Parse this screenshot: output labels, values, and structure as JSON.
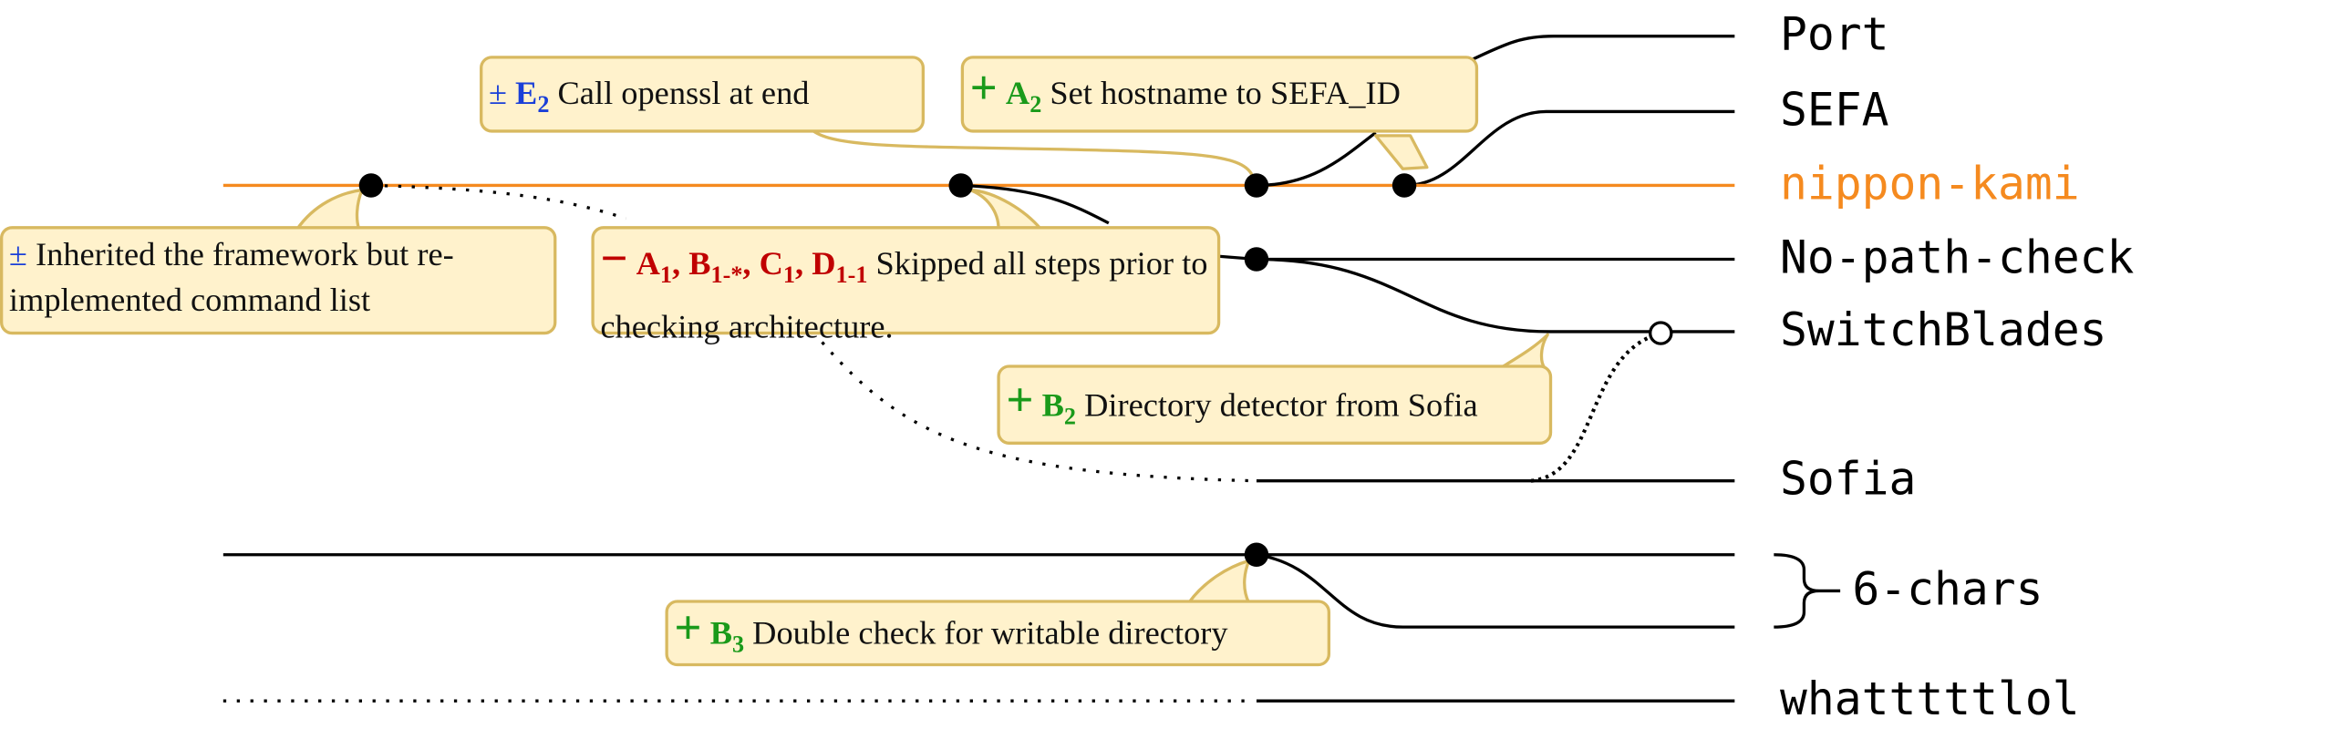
{
  "lines": {
    "port": "Port",
    "sefa": "SEFA",
    "nippon_kami": "nippon-kami",
    "no_path_check": "No-path-check",
    "switchblades": "SwitchBlades",
    "sofia": "Sofia",
    "six_chars": "6-chars",
    "whattttttlol": "whatttttlol"
  },
  "callouts": {
    "e2": {
      "op": "±",
      "code": "E",
      "sub": "2",
      "text": "Call openssl at end"
    },
    "a2": {
      "op": "+",
      "code": "A",
      "sub": "2",
      "text": "Set hostname to SEFA_ID"
    },
    "inherited": {
      "op": "±",
      "text": "Inherited the framework but re-implemented command list"
    },
    "skipped": {
      "op": "−",
      "codes": [
        {
          "code": "A",
          "sub": "1"
        },
        {
          "code": "B",
          "sub": "1-*"
        },
        {
          "code": "C",
          "sub": "1"
        },
        {
          "code": "D",
          "sub": "1-1"
        }
      ],
      "text": "Skipped all steps prior to checking architecture."
    },
    "b2": {
      "op": "+",
      "code": "B",
      "sub": "2",
      "text": "Directory detector from Sofia"
    },
    "b3": {
      "op": "+",
      "code": "B",
      "sub": "3",
      "text": "Double check for writable directory"
    }
  },
  "colors": {
    "highlight_line": "#f58a1f",
    "line": "#000000",
    "callout_fill": "#fff2cc",
    "callout_border": "#d8b960",
    "op_add": "#1a9a1a",
    "op_remove": "#c00000",
    "op_modify": "#1a3fd8"
  }
}
